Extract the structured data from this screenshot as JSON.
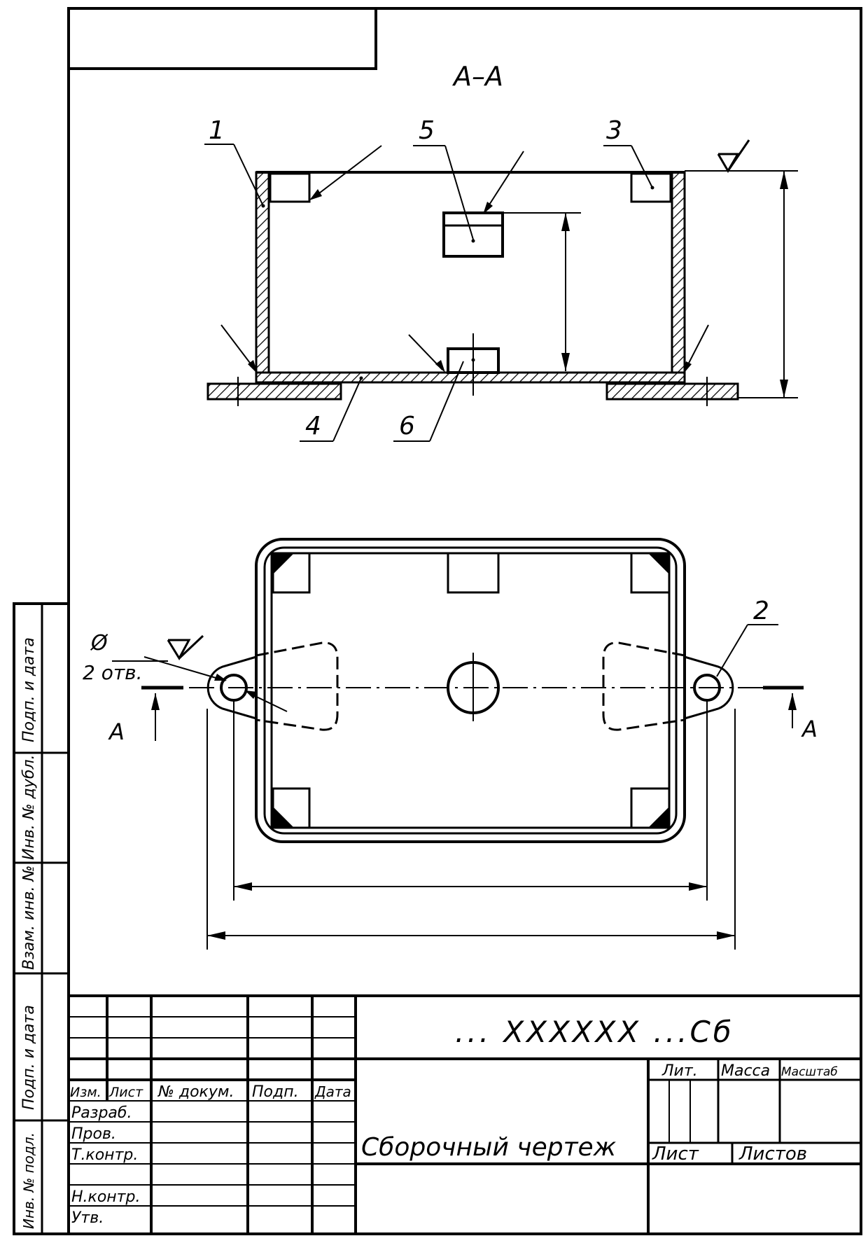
{
  "drawing": {
    "section_title": "А–А",
    "callouts": {
      "c1": "1",
      "c3": "3",
      "c4": "4",
      "c5": "5",
      "c6": "6",
      "c2": "2"
    },
    "hole_note": {
      "symbol": "Ø",
      "text": "2 отв."
    },
    "section_mark_left": "А",
    "section_mark_right": "А"
  },
  "side_stamps": [
    "Подп. и дата",
    "Инв. № дубл.",
    "Взам. инв. №",
    "Подп. и дата",
    "Инв. № подл."
  ],
  "title_block": {
    "designation": "... XXXXXX ...Сб",
    "title": "Сборочный чертеж",
    "col_izm": "Изм.",
    "col_list": "Лист",
    "col_doc": "№ докум.",
    "col_sign": "Подп.",
    "col_date": "Дата",
    "row_razrab": "Разраб.",
    "row_prov": "Пров.",
    "row_tkontr": "Т.контр.",
    "row_nkontr": "Н.контр.",
    "row_utv": "Утв.",
    "lit": "Лит.",
    "massa": "Масса",
    "masshtab": "Масштаб",
    "list": "Лист",
    "listov": "Листов"
  }
}
